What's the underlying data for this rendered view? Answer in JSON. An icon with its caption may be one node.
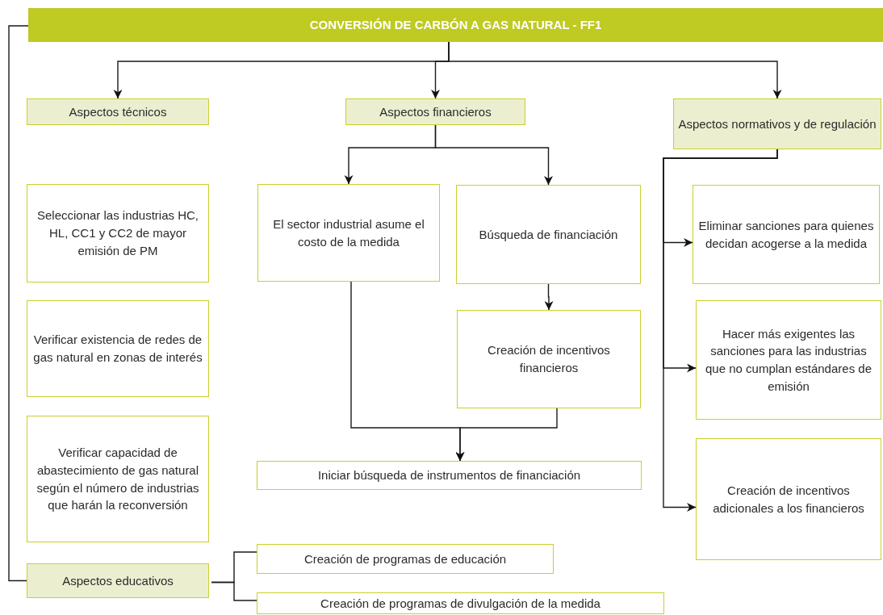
{
  "diagram": {
    "nodes": [
      {
        "text": [
          "CONVERSIÓN DE CARBÓN A GAS NATURAL - FF1"
        ]
      },
      {
        "text": [
          "Aspectos técnicos"
        ]
      },
      {
        "text": [
          "Aspectos financieros"
        ]
      },
      {
        "text": [
          "Aspectos normativos y de regulación"
        ]
      },
      {
        "text": [
          "Seleccionar las industrias HC, HL, CC1 y CC2 de mayor emisión de PM"
        ]
      },
      {
        "text": [
          "El sector industrial asume el costo de la medida"
        ]
      },
      {
        "text": [
          "Búsqueda de financiación"
        ]
      },
      {
        "text": [
          "Verificar existencia de redes de gas natural en zonas de interés"
        ]
      },
      {
        "text": [
          "Creación de incentivos financieros"
        ]
      },
      {
        "text": [
          "Verificar capacidad de abastecimiento de gas natural según el número de industrias que harán la reconversión"
        ]
      },
      {
        "text": [
          "Iniciar búsqueda de instrumentos de financiación"
        ]
      },
      {
        "text": [
          "Eliminar sanciones para quienes decidan acogerse a la medida"
        ]
      },
      {
        "text": [
          "Hacer más exigentes las sanciones para las industrias que no cumplan estándares de emisión"
        ]
      },
      {
        "text": [
          "Creación de incentivos adicionales a los financieros"
        ]
      },
      {
        "text": [
          "Aspectos educativos"
        ]
      },
      {
        "text": [
          "Creación de programas de educación"
        ]
      },
      {
        "text": [
          "Creación de programas de divulgación de la medida"
        ]
      }
    ],
    "edges": [
      {
        "from": 0,
        "to": 1,
        "arrow": "to"
      },
      {
        "from": 0,
        "to": 2,
        "arrow": "to"
      },
      {
        "from": 0,
        "to": 3,
        "arrow": "to"
      },
      {
        "from": 0,
        "to": 14,
        "arrow": "none"
      },
      {
        "from": 2,
        "to": 5,
        "arrow": "to"
      },
      {
        "from": 2,
        "to": 6,
        "arrow": "to"
      },
      {
        "from": 6,
        "to": 8,
        "arrow": "to"
      },
      {
        "from": 5,
        "to": 10,
        "arrow": "to"
      },
      {
        "from": 8,
        "to": 10,
        "arrow": "to"
      },
      {
        "from": 3,
        "to": 11,
        "arrow": "to"
      },
      {
        "from": 3,
        "to": 12,
        "arrow": "to"
      },
      {
        "from": 3,
        "to": 13,
        "arrow": "to"
      },
      {
        "from": 14,
        "to": 15,
        "arrow": "none"
      },
      {
        "from": 14,
        "to": 16,
        "arrow": "none"
      }
    ]
  }
}
